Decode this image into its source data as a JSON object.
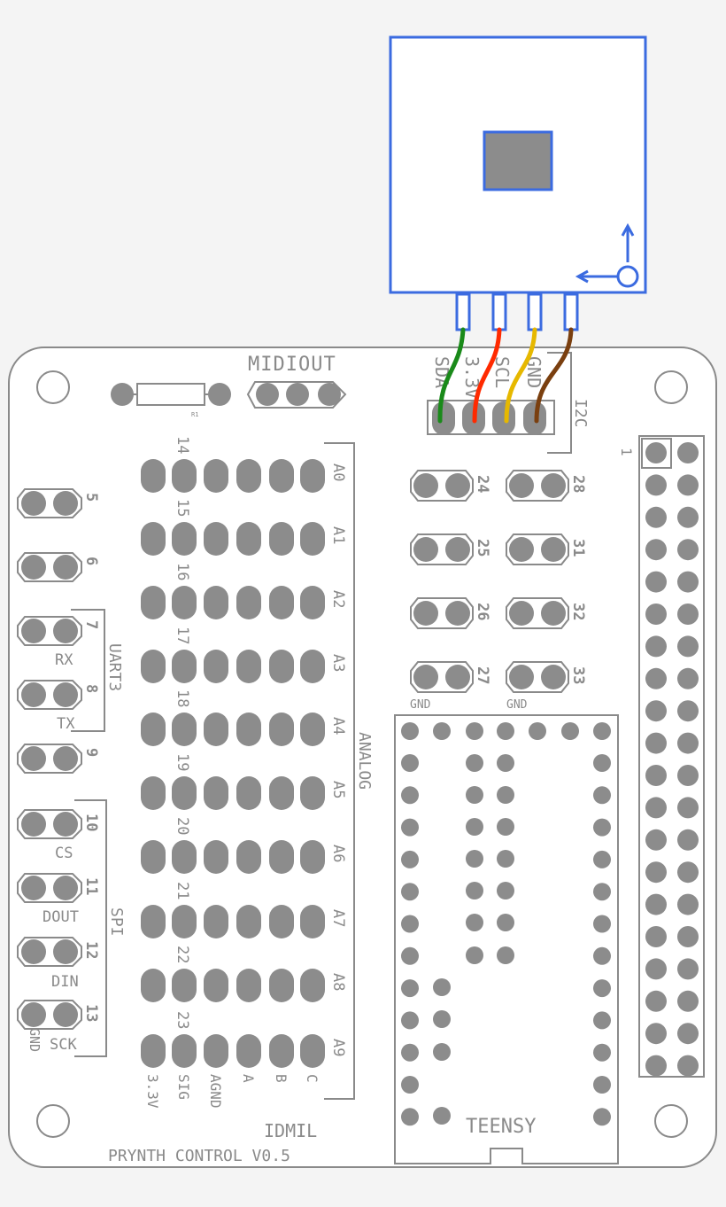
{
  "board": {
    "silk_title": "MIDIOUT",
    "name_label": "IDMIL",
    "product_label": "PRYNTH CONTROL V0.5",
    "r1_label": "R1",
    "gpio_pin1_label": "1",
    "colors": {
      "background": "#f4f4f4",
      "board_fill": "#ffffff",
      "silk": "#8a8a8a",
      "pad": "#8c8c8c",
      "sensor_outline": "#3b6be0",
      "sensor_chip": "#8c8c8c"
    }
  },
  "i2c": {
    "group_label": "I2C",
    "pins": [
      "SDA",
      "3.3V",
      "SCL",
      "GND"
    ],
    "wire_colors": [
      "#1a8a1a",
      "#ff2a00",
      "#e6b800",
      "#7a3f0f"
    ]
  },
  "left_headers": {
    "pins": [
      "5",
      "6",
      "7",
      "8",
      "9",
      "10",
      "11",
      "12",
      "13"
    ],
    "uart": {
      "group": "UART3",
      "rx": "RX",
      "tx": "TX"
    },
    "spi": {
      "group": "SPI",
      "cs": "CS",
      "dout": "DOUT",
      "din": "DIN",
      "sck": "SCK",
      "gnd": "GND"
    }
  },
  "analog": {
    "group_label": "ANALOG",
    "rows": [
      {
        "pin": "14",
        "ch": "A0"
      },
      {
        "pin": "15",
        "ch": "A1"
      },
      {
        "pin": "16",
        "ch": "A2"
      },
      {
        "pin": "17",
        "ch": "A3"
      },
      {
        "pin": "18",
        "ch": "A4"
      },
      {
        "pin": "19",
        "ch": "A5"
      },
      {
        "pin": "20",
        "ch": "A6"
      },
      {
        "pin": "21",
        "ch": "A7"
      },
      {
        "pin": "22",
        "ch": "A8"
      },
      {
        "pin": "23",
        "ch": "A9"
      }
    ],
    "column_labels": [
      "3.3V",
      "SIG",
      "AGND",
      "A",
      "B",
      "C"
    ]
  },
  "digital": {
    "left": [
      "24",
      "25",
      "26",
      "27"
    ],
    "right": [
      "28",
      "31",
      "32",
      "33"
    ],
    "gnd_label": "GND"
  },
  "teensy": {
    "label": "TEENSY"
  }
}
